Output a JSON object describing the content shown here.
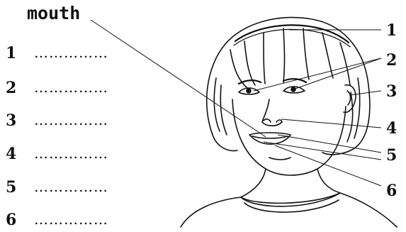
{
  "example_word": "mouth",
  "blanks": [
    {
      "number": "1",
      "dots": "……………"
    },
    {
      "number": "2",
      "dots": "……………"
    },
    {
      "number": "3",
      "dots": "……………"
    },
    {
      "number": "4",
      "dots": "……………"
    },
    {
      "number": "5",
      "dots": "……………"
    },
    {
      "number": "6",
      "dots": "……………"
    }
  ],
  "labels": [
    "1",
    "2",
    "3",
    "4",
    "5",
    "6"
  ]
}
